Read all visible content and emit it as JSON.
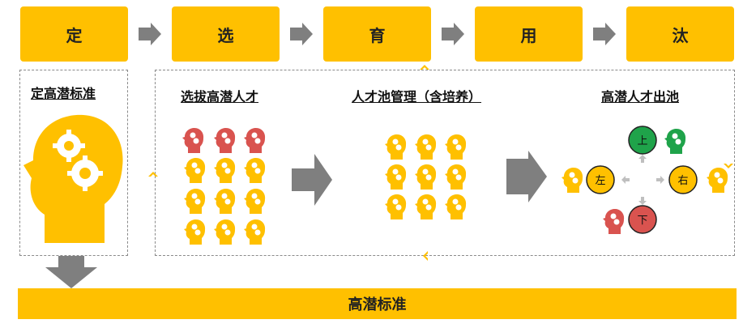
{
  "steps": [
    "定",
    "选",
    "育",
    "用",
    "汰"
  ],
  "left_panel": {
    "title": "定高潜标准"
  },
  "sections": {
    "select": "选拔高潜人才",
    "develop": "人才池管理（含培养）",
    "exit": "高潜人才出池"
  },
  "directions": {
    "up": "上",
    "left": "左",
    "right": "右",
    "down": "下"
  },
  "bottom_bar": {
    "label": "高潜标准"
  },
  "colors": {
    "accent": "#FFC000",
    "red": "#D9534F",
    "green": "#1FA34A",
    "grey": "#7F7F7F"
  }
}
